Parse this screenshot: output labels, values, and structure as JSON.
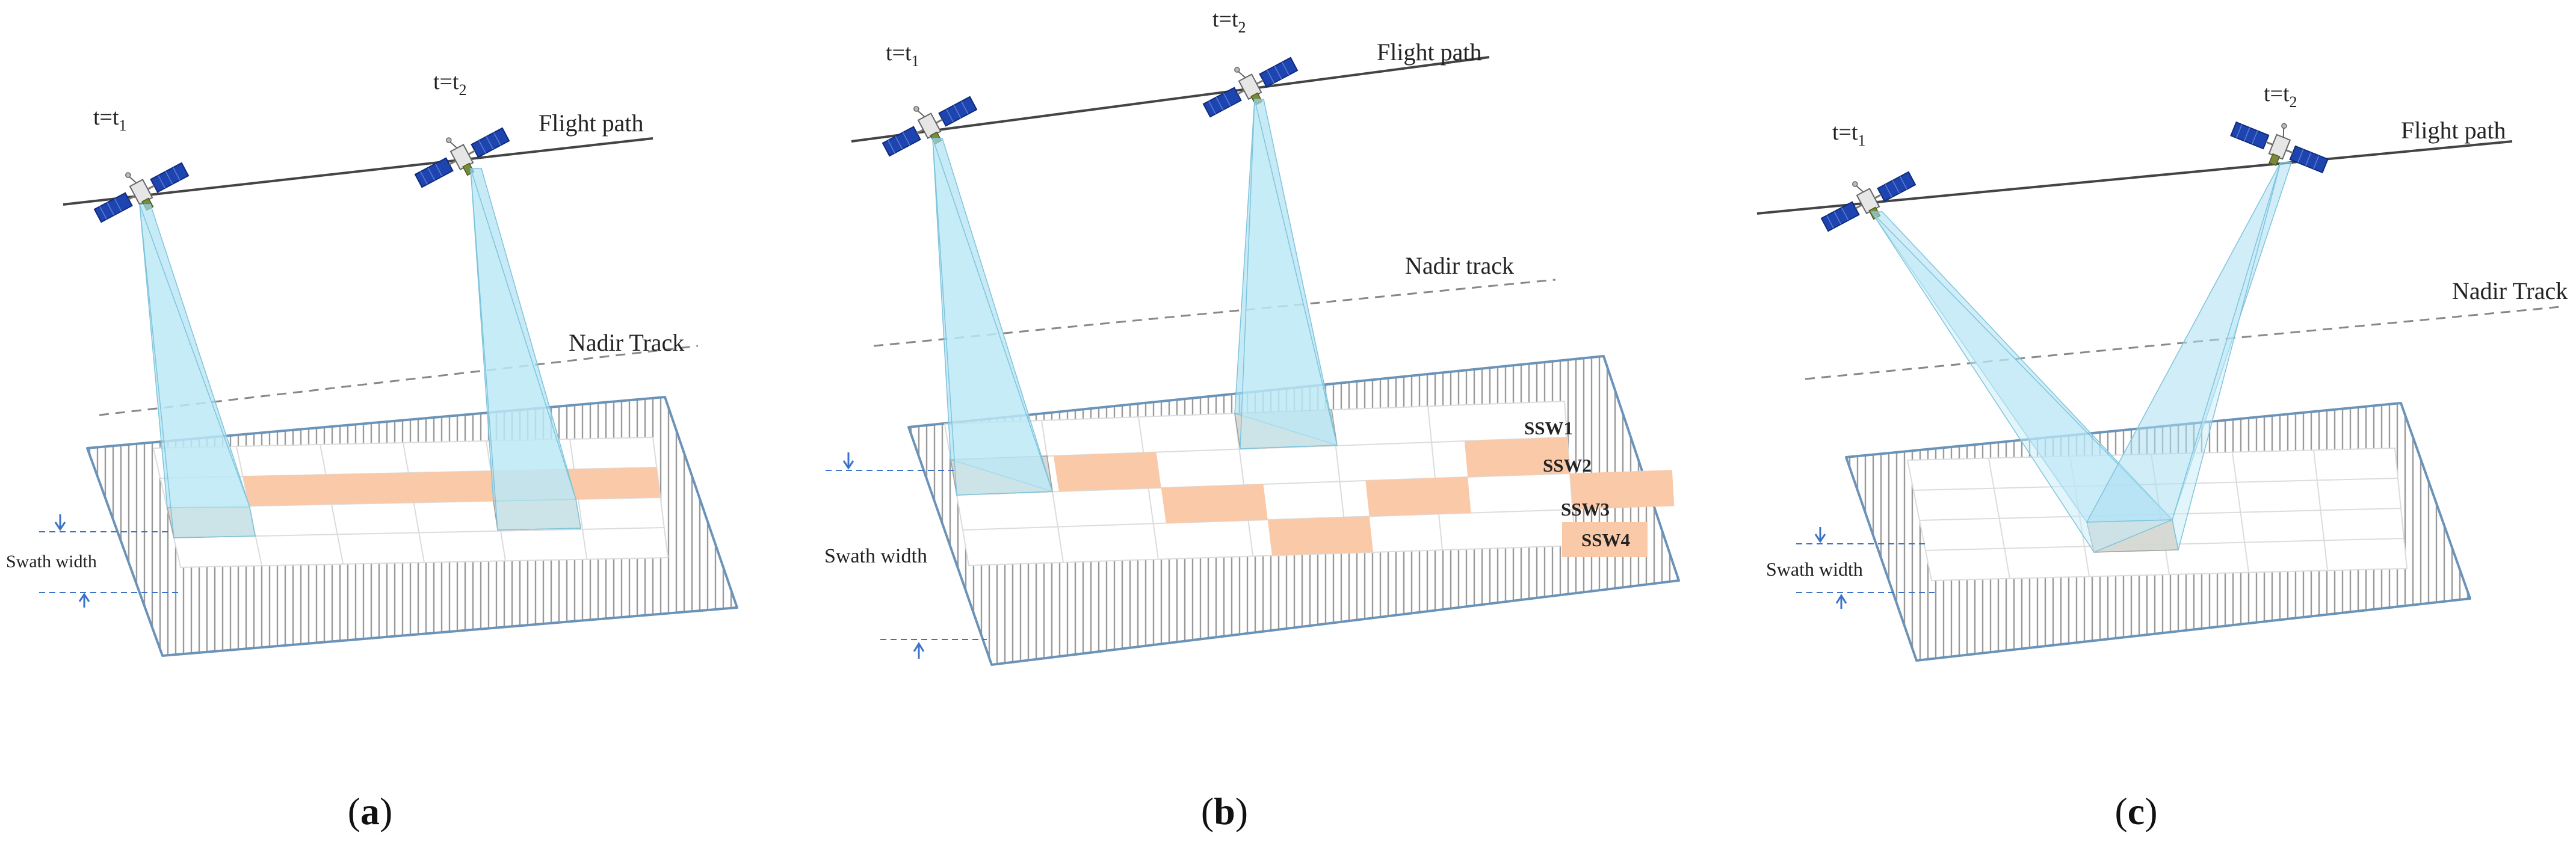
{
  "colors": {
    "beam": "#a9dff2",
    "highlight": "#f9c9a8",
    "grid_line": "#dcdcdc",
    "frame": "#6b93b8",
    "hatch": "#9a9a9a",
    "flight_path": "#444444",
    "nadir": "#888888",
    "measure": "#3b72c8",
    "panel_blue": "#1e44b0",
    "satellite_body": "#e6e6e6"
  },
  "icons": {
    "satellite": "satellite-icon",
    "measure_arrow": "arrow-icon"
  },
  "panels": [
    {
      "caption_left": "(",
      "caption_letter": "a",
      "caption_right": ")",
      "t1": {
        "base": "t=t",
        "sub": "1"
      },
      "t2": {
        "base": "t=t",
        "sub": "2"
      },
      "flight_path": "Flight path",
      "nadir": "Nadir Track",
      "swath": "Swath width",
      "cells": [
        [
          1,
          1
        ],
        [
          2,
          1
        ],
        [
          3,
          1
        ],
        [
          4,
          1
        ],
        [
          5,
          1
        ]
      ]
    },
    {
      "caption_left": "(",
      "caption_letter": "b",
      "caption_right": ")",
      "t1": {
        "base": "t=t",
        "sub": "1"
      },
      "t2": {
        "base": "t=t",
        "sub": "2"
      },
      "flight_path": "Flight path",
      "nadir": "Nadir track",
      "swath": "Swath width",
      "ssw": [
        "SSW1",
        "SSW2",
        "SSW3",
        "SSW4"
      ],
      "cells": [
        [
          1,
          1
        ],
        [
          2,
          2
        ],
        [
          3,
          3
        ],
        [
          4,
          2
        ],
        [
          5,
          1
        ],
        [
          6,
          2
        ]
      ]
    },
    {
      "caption_left": "(",
      "caption_letter": "c",
      "caption_right": ")",
      "t1": {
        "base": "t=t",
        "sub": "1"
      },
      "t2": {
        "base": "t=t",
        "sub": "2"
      },
      "flight_path": "Flight path",
      "nadir": "Nadir Track",
      "swath": "Swath width",
      "cells": []
    }
  ]
}
